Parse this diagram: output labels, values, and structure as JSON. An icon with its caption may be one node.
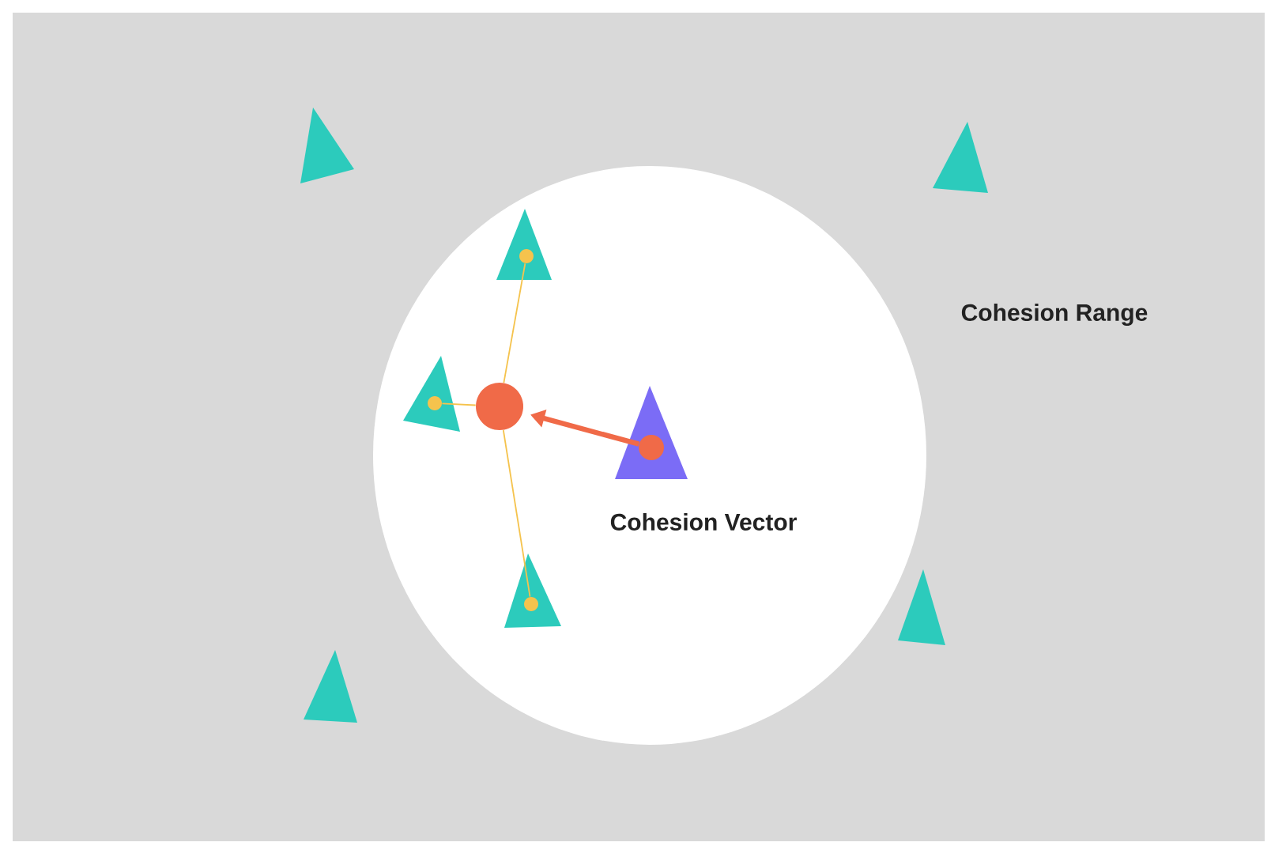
{
  "diagram": {
    "nodes": [
      {
        "text": [],
        "shape": "ellipse"
      },
      {
        "text": [],
        "shape": "triangle",
        "in": 0
      },
      {
        "text": [],
        "shape": "triangle",
        "in": 0
      },
      {
        "text": [],
        "shape": "circle",
        "in": 0
      },
      {
        "text": [],
        "shape": "triangle",
        "in": 0
      },
      {
        "text": [],
        "shape": "triangle",
        "in": 0
      },
      {
        "text": [],
        "shape": "triangle"
      },
      {
        "text": [],
        "shape": "triangle"
      },
      {
        "text": [],
        "shape": "triangle"
      },
      {
        "text": [],
        "shape": "triangle"
      }
    ],
    "edges": [
      {
        "from": 4,
        "to": 3,
        "arrow": "to",
        "style": "thick",
        "color": "#f06a48"
      },
      {
        "from": 3,
        "to": 1,
        "arrow": "none"
      },
      {
        "from": 3,
        "to": 2,
        "arrow": "none"
      },
      {
        "from": 3,
        "to": 5,
        "arrow": "none"
      }
    ],
    "labels": [
      "Cohesion Range",
      "Cohesion Vector"
    ]
  }
}
